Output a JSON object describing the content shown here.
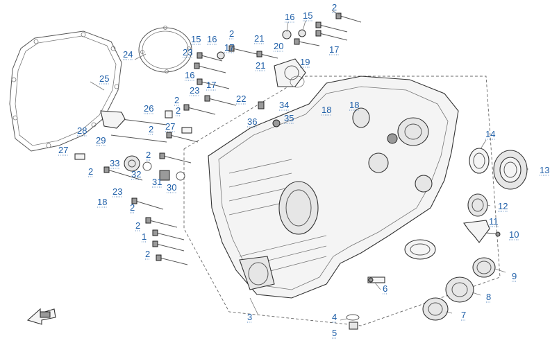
{
  "diagram": {
    "callouts": [
      {
        "id": "c-2-a",
        "text": "2"
      },
      {
        "id": "c-16-a",
        "text": "16"
      },
      {
        "id": "c-15-a",
        "text": "15"
      },
      {
        "id": "c-24",
        "text": "24"
      },
      {
        "id": "c-15-b",
        "text": "15"
      },
      {
        "id": "c-16-b",
        "text": "16"
      },
      {
        "id": "c-2-b",
        "text": "2"
      },
      {
        "id": "c-21-a",
        "text": "21"
      },
      {
        "id": "c-20",
        "text": "20"
      },
      {
        "id": "c-17-a",
        "text": "17"
      },
      {
        "id": "c-23-a",
        "text": "23"
      },
      {
        "id": "c-17-b",
        "text": "17"
      },
      {
        "id": "c-25",
        "text": "25"
      },
      {
        "id": "c-21-b",
        "text": "21"
      },
      {
        "id": "c-19",
        "text": "19"
      },
      {
        "id": "c-16-c",
        "text": "16"
      },
      {
        "id": "c-17-c",
        "text": "17"
      },
      {
        "id": "c-23-b",
        "text": "23"
      },
      {
        "id": "c-2-c",
        "text": "2"
      },
      {
        "id": "c-22",
        "text": "22"
      },
      {
        "id": "c-34",
        "text": "34"
      },
      {
        "id": "c-18-a",
        "text": "18"
      },
      {
        "id": "c-18-b",
        "text": "18"
      },
      {
        "id": "c-26",
        "text": "26"
      },
      {
        "id": "c-2-d",
        "text": "2"
      },
      {
        "id": "c-36",
        "text": "36"
      },
      {
        "id": "c-35",
        "text": "35"
      },
      {
        "id": "c-28",
        "text": "28"
      },
      {
        "id": "c-2-e",
        "text": "2"
      },
      {
        "id": "c-27-a",
        "text": "27"
      },
      {
        "id": "c-29",
        "text": "29"
      },
      {
        "id": "c-14",
        "text": "14"
      },
      {
        "id": "c-27-b",
        "text": "27"
      },
      {
        "id": "c-2-f",
        "text": "2"
      },
      {
        "id": "c-33",
        "text": "33"
      },
      {
        "id": "c-13",
        "text": "13"
      },
      {
        "id": "c-2-g",
        "text": "2"
      },
      {
        "id": "c-32",
        "text": "32"
      },
      {
        "id": "c-31",
        "text": "31"
      },
      {
        "id": "c-30",
        "text": "30"
      },
      {
        "id": "c-23-c",
        "text": "23"
      },
      {
        "id": "c-18-c",
        "text": "18"
      },
      {
        "id": "c-2-h",
        "text": "2"
      },
      {
        "id": "c-12",
        "text": "12"
      },
      {
        "id": "c-2-i",
        "text": "2"
      },
      {
        "id": "c-11",
        "text": "11"
      },
      {
        "id": "c-1",
        "text": "1"
      },
      {
        "id": "c-10",
        "text": "10"
      },
      {
        "id": "c-2-j",
        "text": "2"
      },
      {
        "id": "c-9",
        "text": "9"
      },
      {
        "id": "c-6",
        "text": "6"
      },
      {
        "id": "c-8",
        "text": "8"
      },
      {
        "id": "c-3",
        "text": "3"
      },
      {
        "id": "c-7",
        "text": "7"
      },
      {
        "id": "c-4",
        "text": "4"
      },
      {
        "id": "c-5",
        "text": "5"
      }
    ]
  }
}
